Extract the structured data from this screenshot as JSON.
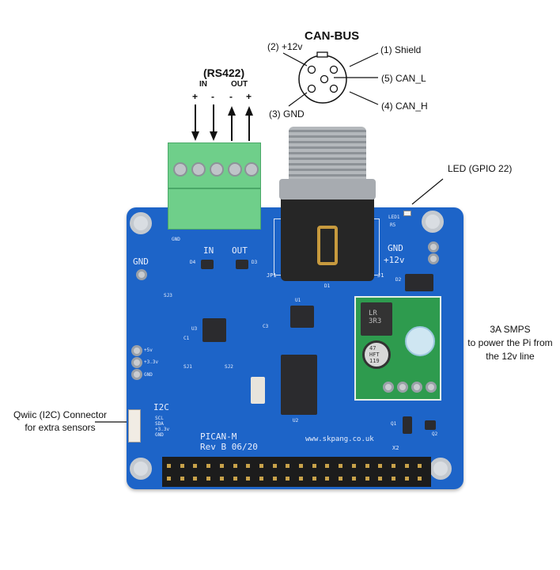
{
  "canbus": {
    "title": "CAN-BUS",
    "pins": {
      "p2": "(2) +12v",
      "p1": "(1) Shield",
      "p5": "(5) CAN_L",
      "p4": "(4) CAN_H",
      "p3": "(3) GND"
    }
  },
  "rs422": {
    "title": "(RS422)",
    "in": "IN",
    "out": "OUT",
    "signs": [
      "+",
      "-",
      "-",
      "+"
    ]
  },
  "led": {
    "label": "LED (GPIO 22)"
  },
  "smps": {
    "lines": [
      "3A SMPS",
      "to power the Pi from",
      "the 12v line"
    ]
  },
  "qwiic": {
    "lines": [
      "Qwiic (I2C) Connector",
      "for extra sensors"
    ]
  },
  "board": {
    "name": "PICAN-M",
    "rev": "Rev B 06/20",
    "url": "www.skpang.co.uk",
    "silk": {
      "gnd_left": "GND",
      "gnd_right": "GND",
      "v12": "+12v",
      "in": "IN",
      "out": "OUT",
      "i2c": "I2C",
      "scl": "SCL",
      "sda": "SDA",
      "v33": "+3.3v",
      "gnd_i2c": "GND",
      "v5": "+5v",
      "v33b": "+3.3v",
      "gnd_pwr": "GND",
      "gnd_term": "GND",
      "x2": "X2",
      "j1": "J1",
      "u1": "U1",
      "u2": "U2",
      "u3": "U3",
      "d1": "D1",
      "d2": "D2",
      "d3": "D3",
      "d4": "D4",
      "jp1": "JP1",
      "led1": "LED1",
      "r5": "R5",
      "sj1": "SJ1",
      "sj2": "SJ2",
      "sj3": "SJ3",
      "c1": "C1",
      "c3": "C3",
      "q1": "Q1",
      "q2": "Q2",
      "inductor": "LR 3R3",
      "cap": "47 HFT 119"
    }
  }
}
